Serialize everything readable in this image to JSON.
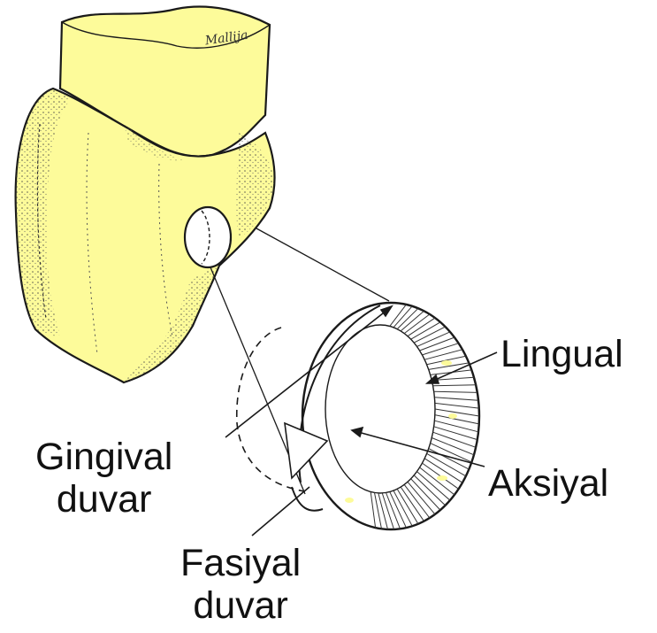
{
  "labels": {
    "lingual": "Lingual",
    "aksiyal": "Aksiyal",
    "gingival_line1": "Gingival",
    "gingival_line2": "duvar",
    "fasiyal_line1": "Fasiyal",
    "fasiyal_line2": "duvar"
  },
  "signature": "Mallija",
  "colors": {
    "tooth_fill": "#fdfb9a",
    "line": "#1a1a1a",
    "shading": "#555555"
  }
}
